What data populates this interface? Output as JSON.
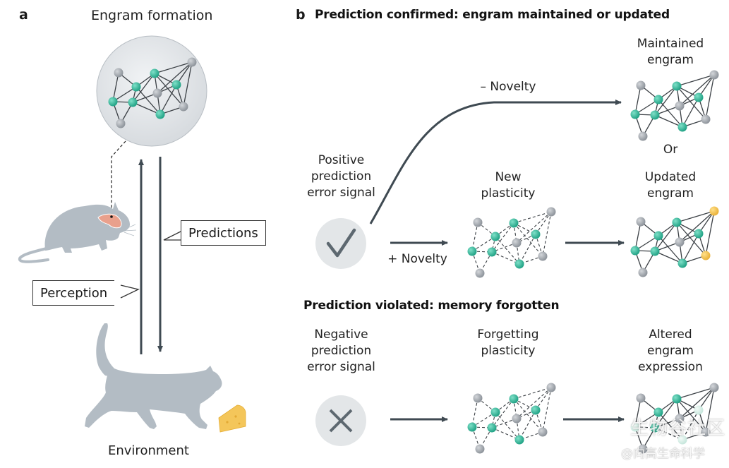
{
  "panel_a": {
    "letter": "a",
    "title": "Engram formation",
    "perception_label": "Perception",
    "predictions_label": "Predictions",
    "environment_label": "Environment",
    "icons": [
      "mouse-icon",
      "brain-region-icon",
      "cat-icon",
      "cheese-icon"
    ]
  },
  "panel_b": {
    "letter": "b",
    "confirmed_title": "Prediction confirmed: engram maintained or updated",
    "violated_title": "Prediction violated: memory forgotten",
    "positive_signal": "Positive\nprediction\nerror signal",
    "negative_signal": "Negative\nprediction\nerror signal",
    "minus_novelty": "– Novelty",
    "plus_novelty": "+ Novelty",
    "maintained": "Maintained\nengram",
    "or": "Or",
    "new_plasticity": "New\nplasticity",
    "updated": "Updated\nengram",
    "forgetting_plasticity": "Forgetting\nplasticity",
    "altered": "Altered\nengram\nexpression",
    "icons": [
      "checkmark-icon",
      "cross-icon"
    ]
  },
  "watermark": {
    "line1": "生物谷社区",
    "line2": "@向高生命科学"
  },
  "colors": {
    "teal_node": "#3dbfa2",
    "gray_node": "#a9adb3",
    "yellow_node": "#f2c14e",
    "faded_node": "#d8efe8",
    "arrow": "#3f4a52",
    "silhouette": "#b3bcc4"
  }
}
